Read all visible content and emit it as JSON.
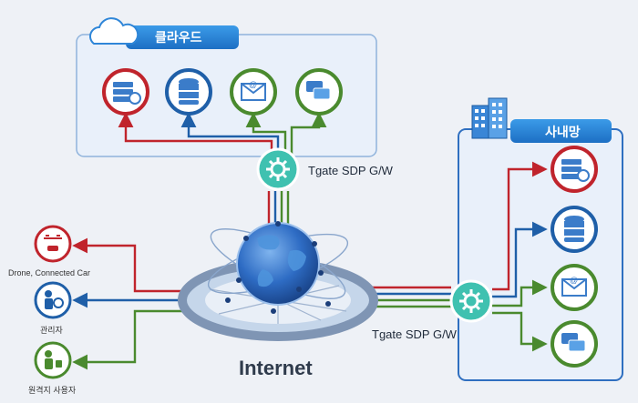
{
  "cloud": {
    "title": "클라우드"
  },
  "intranet": {
    "title": "사내망"
  },
  "gateway_top": {
    "label": "Tgate SDP G/W"
  },
  "gateway_bottom": {
    "label": "Tgate SDP G/W"
  },
  "internet": {
    "label": "Internet"
  },
  "clients": [
    {
      "label": "Drone, Connected Car",
      "icon": "drone-car-icon",
      "color": "#c0242c"
    },
    {
      "label": "관리자",
      "icon": "admin-user-icon",
      "color": "#1f5fa8"
    },
    {
      "label": "원격지 사용자",
      "icon": "remote-user-icon",
      "color": "#4a8a2e"
    }
  ],
  "services": [
    {
      "icon": "server-icon",
      "color": "#c0242c"
    },
    {
      "icon": "database-icon",
      "color": "#1f5fa8"
    },
    {
      "icon": "email-icon",
      "color": "#4a8a2e"
    },
    {
      "icon": "chat-icon",
      "color": "#4a8a2e"
    }
  ],
  "colors": {
    "red": "#c0242c",
    "blue": "#1f5fa8",
    "green": "#4a8a2e",
    "gateway": "#3fc1b0",
    "box": "#8fb3dc",
    "intranet_box": "#2f6fc0"
  }
}
